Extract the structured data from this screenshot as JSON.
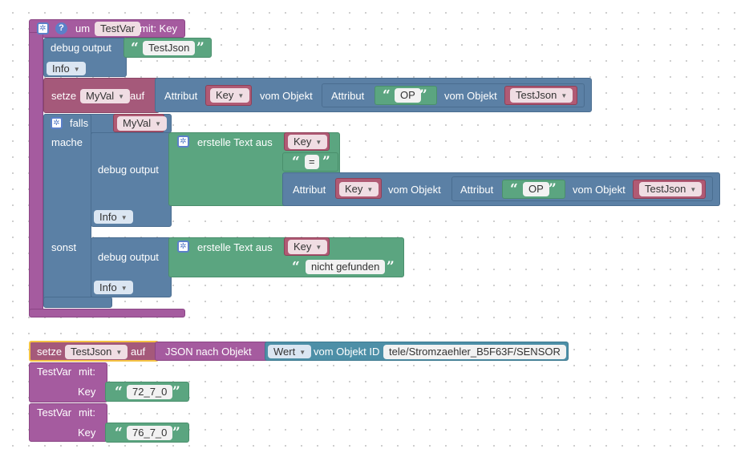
{
  "proc": {
    "prefix": "um",
    "var": "TestVar",
    "suffix": "mit: Key"
  },
  "debug1": {
    "label": "debug output",
    "text": "TestJson",
    "level": "Info"
  },
  "setze1": {
    "label": "setze",
    "var": "MyVal",
    "auf": "auf",
    "attr_label": "Attribut",
    "key_var": "Key",
    "vom_objekt": "vom Objekt",
    "inner_attr_label": "Attribut",
    "inner_attr": "OP",
    "inner_vom_objekt": "vom Objekt",
    "obj_var": "TestJson"
  },
  "ifblock": {
    "falls": "falls",
    "cond_var": "MyVal",
    "mache": "mache",
    "sonst": "sonst"
  },
  "debug2": {
    "label": "debug output",
    "level": "Info",
    "join_label": "erstelle Text aus",
    "key_var": "Key",
    "eq_text": "=",
    "attr_label": "Attribut",
    "attr_key_var": "Key",
    "vom_objekt": "vom Objekt",
    "inner_attr_label": "Attribut",
    "inner_attr": "OP",
    "inner_vom_objekt": "vom Objekt",
    "obj_var": "TestJson"
  },
  "debug3": {
    "label": "debug output",
    "level": "Info",
    "join_label": "erstelle Text aus",
    "key_var": "Key",
    "text": "nicht gefunden"
  },
  "setze2": {
    "label": "setze",
    "var": "TestJson",
    "auf": "auf",
    "json_label": "JSON nach Objekt",
    "wert": "Wert",
    "vom_objekt_id": "vom Objekt ID",
    "object_id": "tele/Stromzaehler_B5F63F/SENSOR"
  },
  "call1": {
    "func": "TestVar",
    "mit": "mit:",
    "param": "Key",
    "value": "72_7_0"
  },
  "call2": {
    "func": "TestVar",
    "mit": "mit:",
    "param": "Key",
    "value": "76_7_0"
  },
  "colors": {
    "procedure": "#a55b9f",
    "debug": "#5b80a5",
    "variable": "#a5597a",
    "text": "#5ba580",
    "selected_outline": "#f5c344"
  },
  "icons": {
    "mutator": "gear-icon",
    "help": "help-icon",
    "quote_open": "“",
    "quote_close": "”",
    "dropdown": "▾"
  }
}
